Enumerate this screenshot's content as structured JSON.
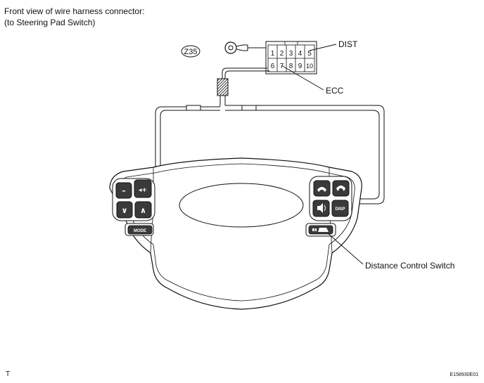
{
  "title": {
    "line1": "Front view of wire harness connector:",
    "line2": "(to Steering Pad Switch)"
  },
  "connector_code": "Z35",
  "connector_pins": [
    "1",
    "2",
    "3",
    "4",
    "5",
    "6",
    "7",
    "8",
    "9",
    "10"
  ],
  "callouts": {
    "dist": "DIST",
    "ecc": "ECC",
    "distance_control_switch": "Distance Control Switch"
  },
  "buttons": {
    "minus": "–",
    "vol_plus": "◂+",
    "down": "∨",
    "up": "∧",
    "mode": "MODE",
    "disp": "DISP"
  },
  "footer": {
    "left_mark": "T",
    "figure_id": "E158930E01"
  },
  "colors": {
    "line": "#111111",
    "button_fill": "#3a3a3a"
  }
}
